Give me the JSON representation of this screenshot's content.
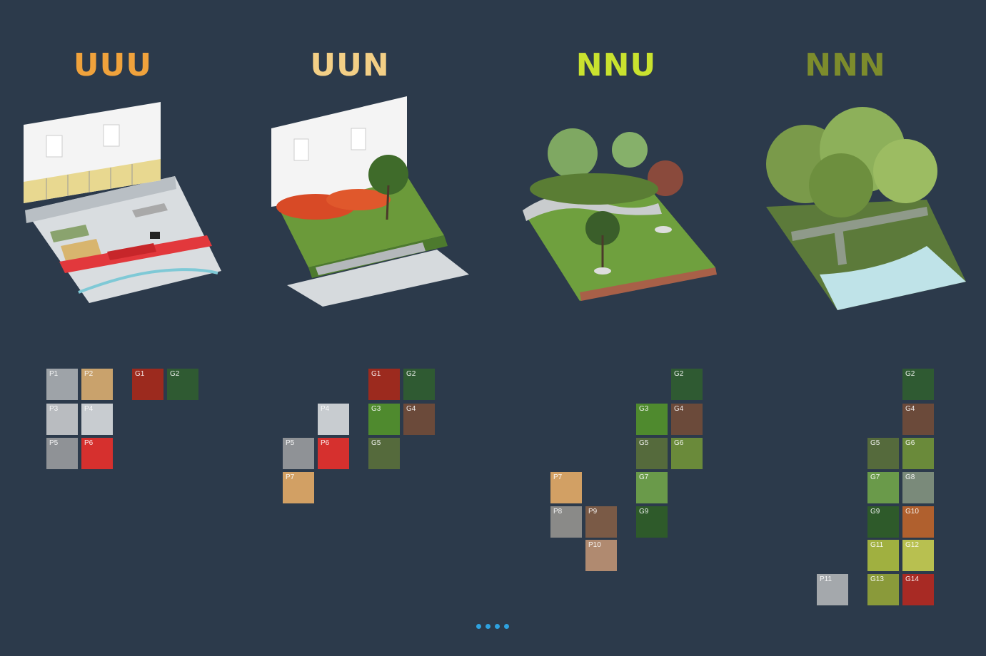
{
  "titles": [
    {
      "text": "UUU",
      "color": "#f0a23c"
    },
    {
      "text": "UUN",
      "color": "#f3cf86"
    },
    {
      "text": "NNU",
      "color": "#c9e22f"
    },
    {
      "text": "NNN",
      "color": "#7d8c2c"
    }
  ],
  "tiles": {
    "uuu": {
      "P1": "P1",
      "P2": "P2",
      "P3": "P3",
      "P4": "P4",
      "P5": "P5",
      "P6": "P6",
      "G1": "G1",
      "G2": "G2"
    },
    "uun": {
      "P4": "P4",
      "P5": "P5",
      "P6": "P6",
      "P7": "P7",
      "G1": "G1",
      "G2": "G2",
      "G3": "G3",
      "G4": "G4",
      "G5": "G5"
    },
    "nnu": {
      "P7": "P7",
      "P8": "P8",
      "P9": "P9",
      "P10": "P10",
      "G2": "G2",
      "G3": "G3",
      "G4": "G4",
      "G5": "G5",
      "G6": "G6",
      "G7": "G7",
      "G9": "G9"
    },
    "nnn": {
      "P11": "P11",
      "G2": "G2",
      "G4": "G4",
      "G5": "G5",
      "G6": "G6",
      "G7": "G7",
      "G8": "G8",
      "G9": "G9",
      "G10": "G10",
      "G11": "G11",
      "G12": "G12",
      "G13": "G13",
      "G14": "G14"
    }
  },
  "pagination": {
    "count": 4,
    "active_color": "#2ea2e0"
  }
}
